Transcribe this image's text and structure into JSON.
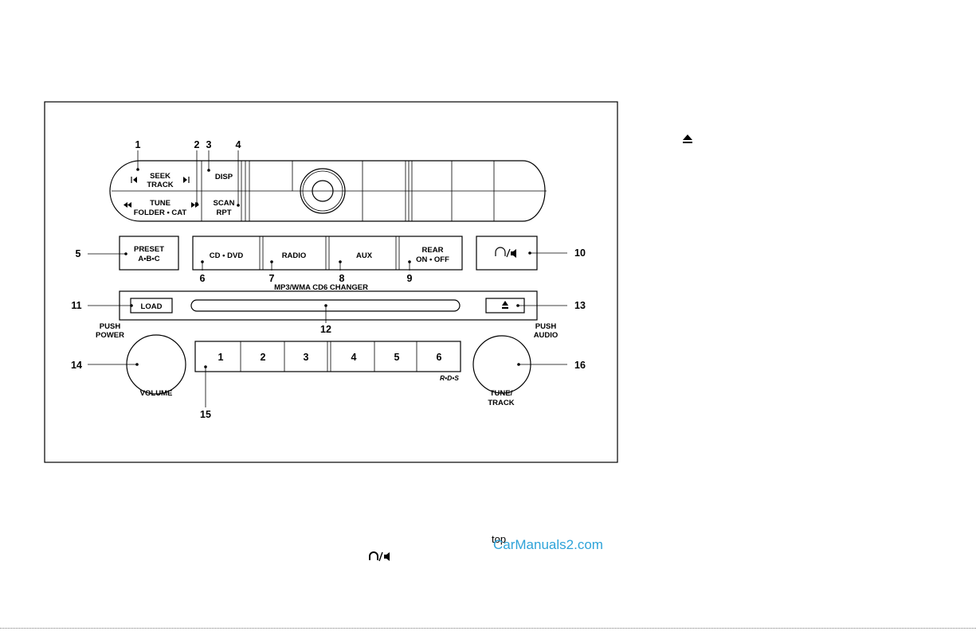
{
  "radio": {
    "seek_track": [
      "SEEK",
      "TRACK"
    ],
    "tune_folder": [
      "TUNE",
      "FOLDER • CAT"
    ],
    "disp": "DISP",
    "scan_rpt": [
      "SCAN",
      "RPT"
    ],
    "preset": [
      "PRESET",
      "A•B•C"
    ],
    "cd_dvd": "CD • DVD",
    "radio_btn": "RADIO",
    "aux": "AUX",
    "rear": [
      "REAR",
      "ON • OFF"
    ],
    "changer": "MP3/WMA CD6 CHANGER",
    "load": "LOAD",
    "push_power": [
      "PUSH",
      "POWER"
    ],
    "volume": "VOLUME",
    "push_audio": [
      "PUSH",
      "AUDIO"
    ],
    "tune_track": [
      "TUNE/",
      "TRACK"
    ],
    "presets": [
      "1",
      "2",
      "3",
      "4",
      "5",
      "6"
    ],
    "rds": "R•D•S"
  },
  "callouts": [
    "1",
    "2",
    "3",
    "4",
    "5",
    "6",
    "7",
    "8",
    "9",
    "10",
    "11",
    "12",
    "13",
    "14",
    "15",
    "16"
  ],
  "footer": {
    "top_text": "top",
    "watermark": "CarManuals2.com",
    "watermark_color": "#2ea3d9"
  },
  "icons": [
    "eject-icon",
    "headphone-speaker-icon",
    "skip-back-icon",
    "skip-forward-icon",
    "rewind-icon",
    "fast-forward-icon"
  ]
}
